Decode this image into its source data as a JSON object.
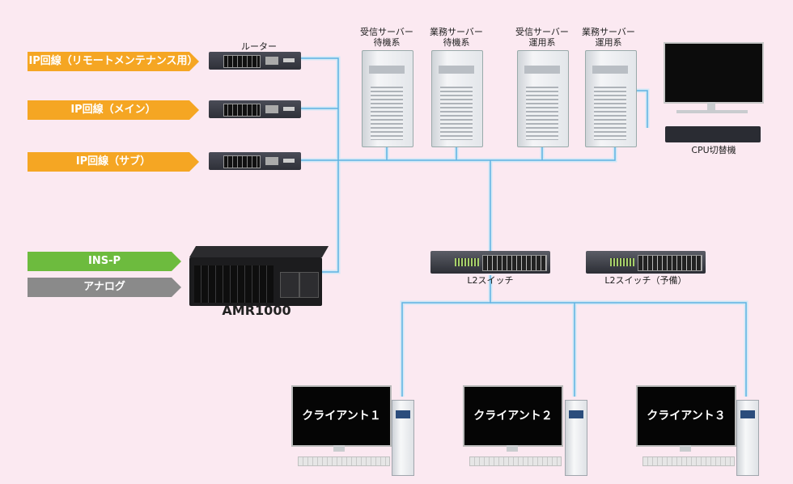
{
  "lines": {
    "ip_maintenance": "IP回線（リモートメンテナンス用）",
    "ip_main": "IP回線（メイン）",
    "ip_sub": "IP回線（サブ）",
    "ins": "INS-P",
    "analog": "アナログ"
  },
  "devices": {
    "router": "ルーター",
    "amr": "AMR1000",
    "cpu_switch": "CPU切替機",
    "l2_switch": "L2スイッチ",
    "l2_switch_spare": "L2スイッチ（予備）"
  },
  "servers": [
    {
      "line1": "受信サーバー",
      "line2": "待機系"
    },
    {
      "line1": "業務サーバー",
      "line2": "待機系"
    },
    {
      "line1": "受信サーバー",
      "line2": "運用系"
    },
    {
      "line1": "業務サーバー",
      "line2": "運用系"
    }
  ],
  "clients": [
    "クライアント１",
    "クライアント２",
    "クライアント３"
  ],
  "colors": {
    "background": "#fbe9f1",
    "line_orange": "#f5a623",
    "line_green": "#6dbb3e",
    "line_gray": "#8a8a8a",
    "network_cable": "#9fd0ec"
  }
}
